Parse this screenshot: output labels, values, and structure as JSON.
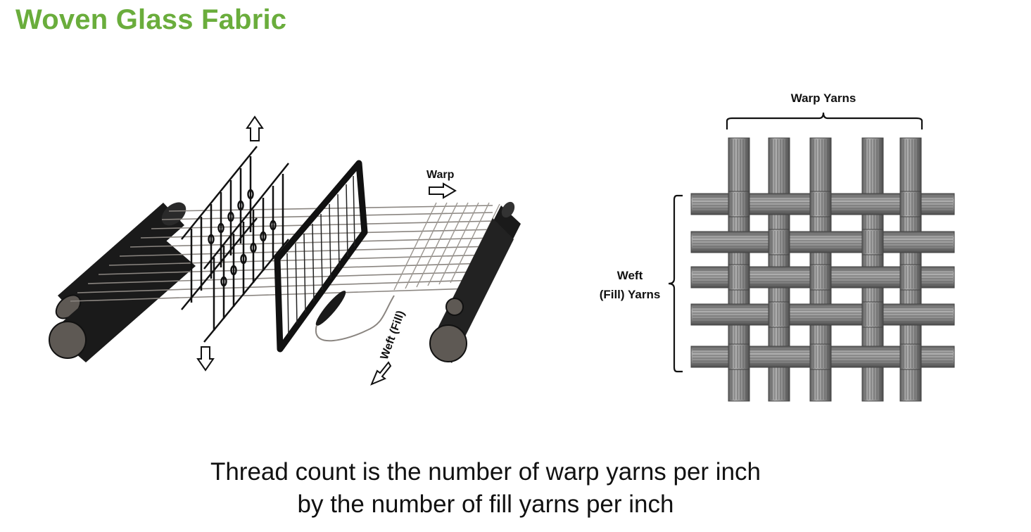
{
  "title": "Woven Glass Fabric",
  "loom": {
    "warp_label": "Warp",
    "weft_label": "Weft (Fill)"
  },
  "weave": {
    "warp_yarns_label": "Warp Yarns",
    "weft_label_line1": "Weft",
    "weft_label_line2": "(Fill) Yarns"
  },
  "caption": {
    "line1": "Thread count is the number of warp yarns per inch",
    "line2": "by the number of fill yarns per inch"
  },
  "colors": {
    "title": "#6aad3c",
    "yarn": "#9a9a9a",
    "roller": "#1a1a1a",
    "roller_end": "#5e5954"
  }
}
